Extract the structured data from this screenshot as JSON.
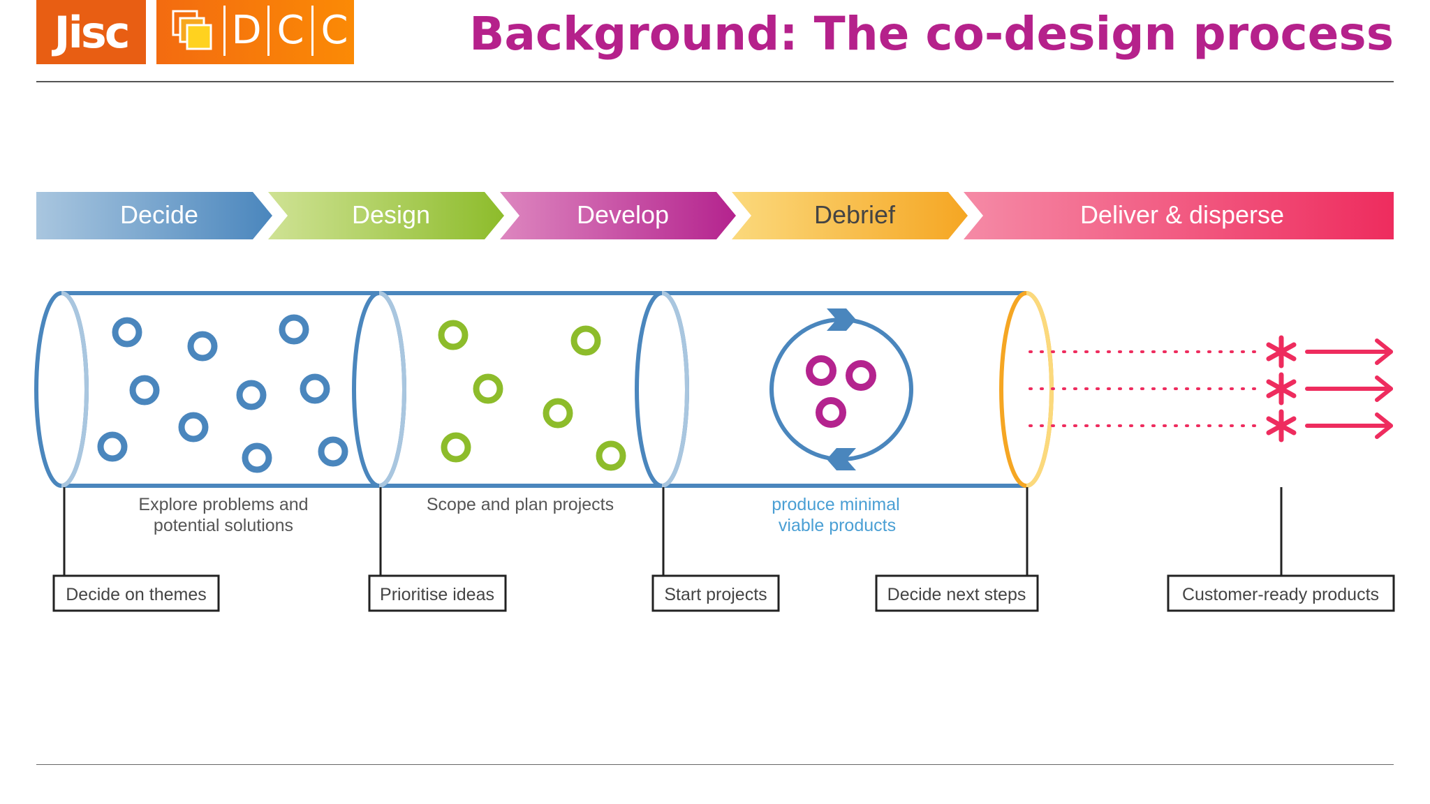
{
  "logos": {
    "jisc": "Jisc",
    "dcc_letters": [
      "D",
      "C",
      "C"
    ]
  },
  "title": "Background: The co-design process",
  "colors": {
    "title": "#b5218b",
    "decide": "#4a86bd",
    "design": "#8dbc2b",
    "develop": "#b4238e",
    "debrief": "#f5a623",
    "deliver": "#ee2c5e",
    "logo_orange": "#f36b10"
  },
  "stages": [
    {
      "label": "Decide",
      "color": "#4a86bd"
    },
    {
      "label": "Design",
      "color": "#8dbc2b"
    },
    {
      "label": "Develop",
      "color": "#b4238e"
    },
    {
      "label": "Debrief",
      "color": "#f5a623"
    },
    {
      "label": "Deliver & disperse",
      "color": "#ee2c5e"
    }
  ],
  "descriptions": {
    "explore": [
      "Explore problems and",
      "potential solutions"
    ],
    "scope": [
      "Scope and plan projects"
    ],
    "mvp": [
      "produce minimal",
      "viable products"
    ]
  },
  "milestones": [
    "Decide on themes",
    "Prioritise ideas",
    "Start projects",
    "Decide next steps",
    "Customer-ready products"
  ],
  "icons": {
    "cycle": "cycle-arrows-icon",
    "star": "asterisk-icon",
    "arrow": "arrow-right-icon"
  }
}
